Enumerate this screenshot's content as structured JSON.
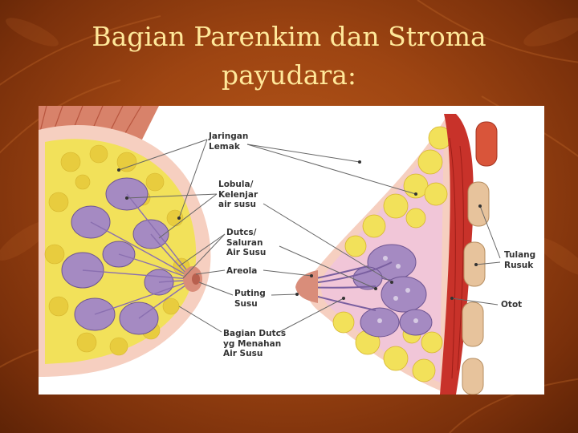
{
  "slide": {
    "title_line1": "Bagian Parenkim dan Stroma",
    "title_line2": "payudara:",
    "background_color": "#9e4512",
    "title_color": "#ffe89a"
  },
  "diagram": {
    "labels": {
      "fat": "Jaringan\nLemak",
      "lobules": "Lobula/\nKelenjar\nair susu",
      "ducts": "Dutcs/\nSaluran\nAir Susu",
      "areola": "Areola",
      "nipple": "Puting\nSusu",
      "duct_sinus": "Bagian Dutcs\nyg Menahan\nAir Susu",
      "ribs": "Tulang\nRusuk",
      "muscle": "Otot"
    },
    "colors": {
      "fat": "#f2e15a",
      "lobule": "#a58ac2",
      "muscle": "#c8322a",
      "skin": "#f6d2c2",
      "label_text": "#333333"
    }
  }
}
